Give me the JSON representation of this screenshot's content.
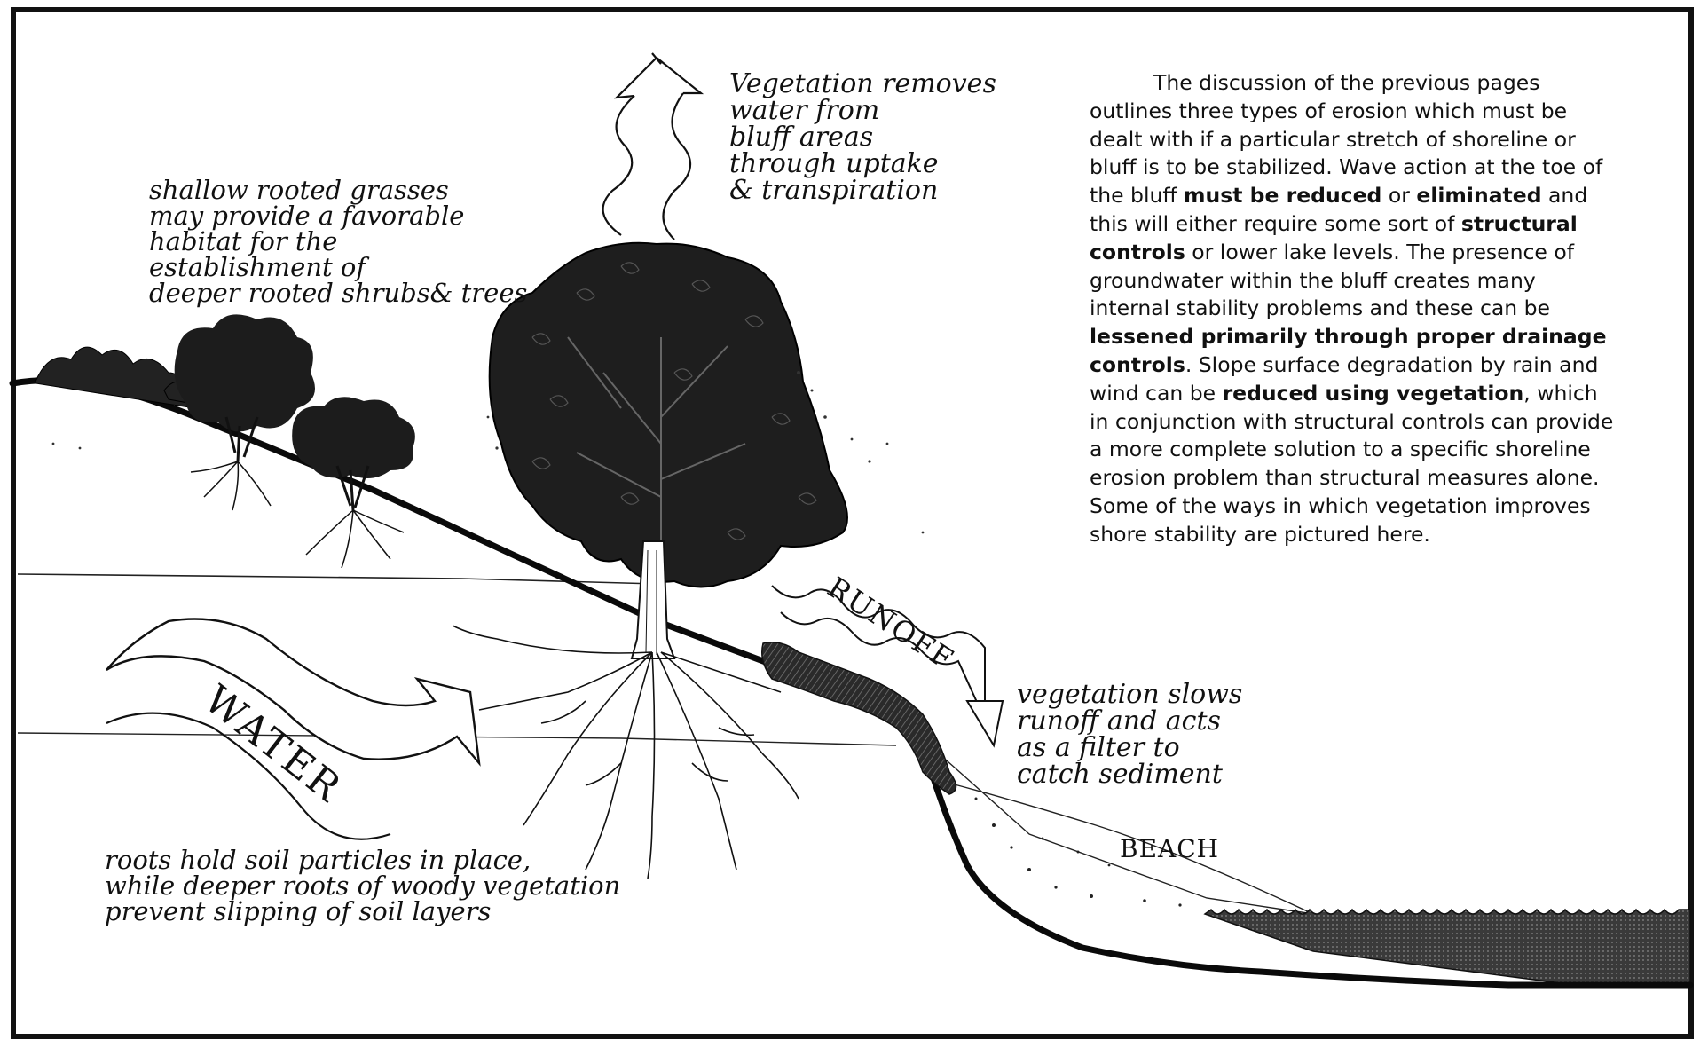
{
  "labels": {
    "vegetation_removes": "Vegetation removes\nwater from\nbluff areas\nthrough uptake\n& transpiration",
    "shallow_rooted": "shallow rooted grasses\nmay provide a favorable\nhabitat for the\nestablishment of\ndeeper rooted shrubs& trees",
    "runoff": "RUNOFF",
    "water": "WATER",
    "vegetation_slows": "vegetation slows\nrunoff and acts\nas a filter to\ncatch sediment",
    "beach": "BEACH",
    "roots_hold": "roots hold soil particles in place,\nwhile deeper roots of woody vegetation\nprevent slipping of soil layers"
  },
  "paragraph": {
    "p1": "The discussion of the previous pages outlines three types of erosion which must be dealt with if a particular stretch of shoreline or bluff is to be stabilized. Wave action at the toe of the bluff ",
    "b1": "must be reduced",
    "p2": " or ",
    "b2": "eliminated",
    "p3": " and this will either require some sort of ",
    "b3": "structural controls",
    "p4": " or lower lake levels. The presence of groundwater within the bluff creates many internal stability problems and these can be ",
    "b4": "lessened primarily through proper drainage controls",
    "p5": ". Slope surface degradation by rain and wind can be ",
    "b5": "reduced using vegetation",
    "p6": ", which in conjunction with structural controls can provide a more complete solution to a specific shoreline erosion problem than structural measures alone. Some of the ways in which vegetation improves shore stability are pictured here."
  }
}
